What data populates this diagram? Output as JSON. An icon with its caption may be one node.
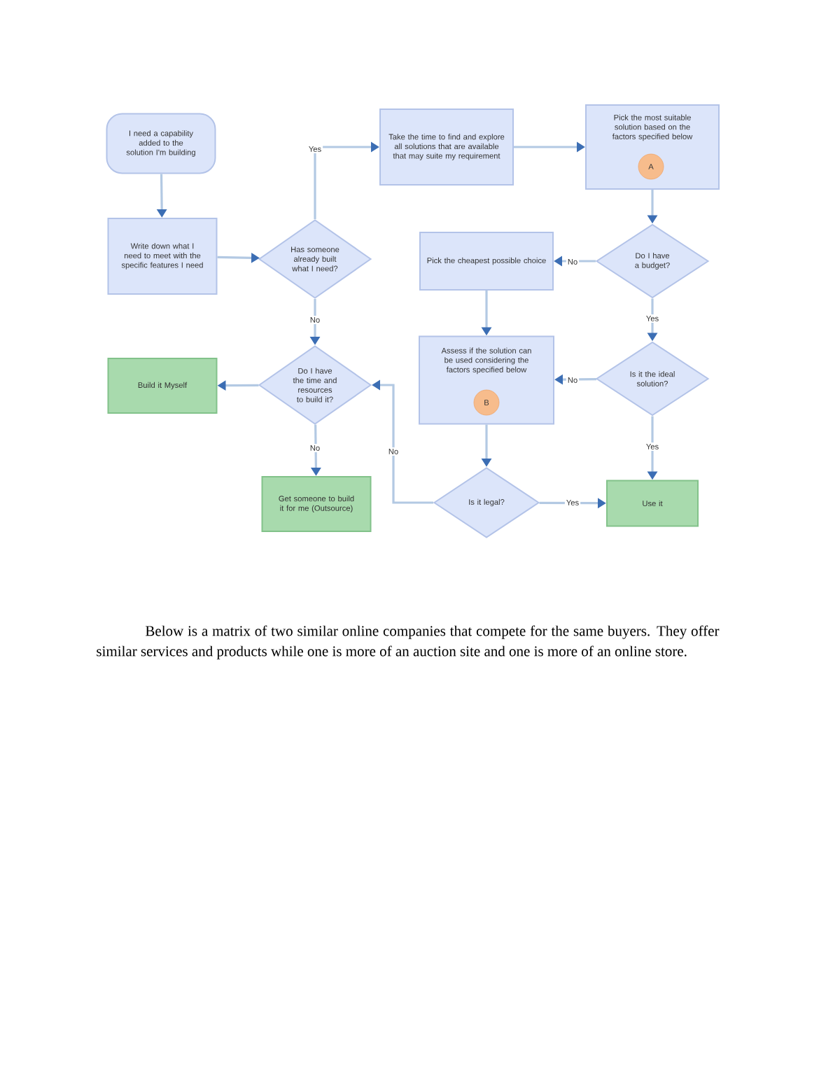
{
  "diagram": {
    "nodes": [
      {
        "text": [
          "I need a capability added to the solution I'm building"
        ]
      },
      {
        "text": [
          "Write down what I need to meet with the specific features I need"
        ]
      },
      {
        "text": [
          "Has someone already built what I need?"
        ]
      },
      {
        "text": [
          "Take the time to find and explore all solutions that are available that may suite my requirement"
        ]
      },
      {
        "text": [
          "Pick the most suitable solution based on the factors specified below"
        ]
      },
      {
        "text": [
          "Do I have a budget?"
        ]
      },
      {
        "text": [
          "Pick the cheapest possible choice"
        ]
      },
      {
        "text": [
          "Is it the ideal solution?"
        ]
      },
      {
        "text": [
          "Assess if the solution can be used considering the factors specified below"
        ]
      },
      {
        "text": [
          "Do I have the time and resources to build it?"
        ]
      },
      {
        "text": [
          "Build it Myself"
        ]
      },
      {
        "text": [
          "Get someone to build it for me (Outsource)"
        ]
      },
      {
        "text": [
          "Is it legal?"
        ]
      },
      {
        "text": [
          "Use it"
        ]
      },
      {
        "text": [
          "A"
        ],
        "in": 4
      },
      {
        "text": [
          "B"
        ],
        "in": 8
      }
    ],
    "edges": [
      {
        "from": 0,
        "to": 1,
        "arrow": "to"
      },
      {
        "from": 1,
        "to": 2,
        "arrow": "to"
      },
      {
        "from": 2,
        "to": 3,
        "arrow": "to",
        "label": "Yes"
      },
      {
        "from": 2,
        "to": 9,
        "arrow": "to",
        "label": "No"
      },
      {
        "from": 3,
        "to": 4,
        "arrow": "to"
      },
      {
        "from": 4,
        "to": 5,
        "arrow": "to"
      },
      {
        "from": 5,
        "to": 6,
        "arrow": "to",
        "label": "No"
      },
      {
        "from": 5,
        "to": 7,
        "arrow": "to",
        "label": "Yes"
      },
      {
        "from": 6,
        "to": 8,
        "arrow": "to"
      },
      {
        "from": 7,
        "to": 8,
        "arrow": "to",
        "label": "No"
      },
      {
        "from": 7,
        "to": 13,
        "arrow": "to",
        "label": "Yes"
      },
      {
        "from": 8,
        "to": 12,
        "arrow": "to"
      },
      {
        "from": 12,
        "to": 13,
        "arrow": "to",
        "label": "Yes"
      },
      {
        "from": 12,
        "to": 9,
        "arrow": "to",
        "label": "No"
      },
      {
        "from": 9,
        "to": 10,
        "arrow": "to"
      },
      {
        "from": 9,
        "to": 11,
        "arrow": "to",
        "label": "No"
      }
    ],
    "labels": [
      "Below is a matrix of two similar online companies that compete for the same buyers. They offer similar services and products while one is more of an auction site and one is more of an online store."
    ]
  }
}
